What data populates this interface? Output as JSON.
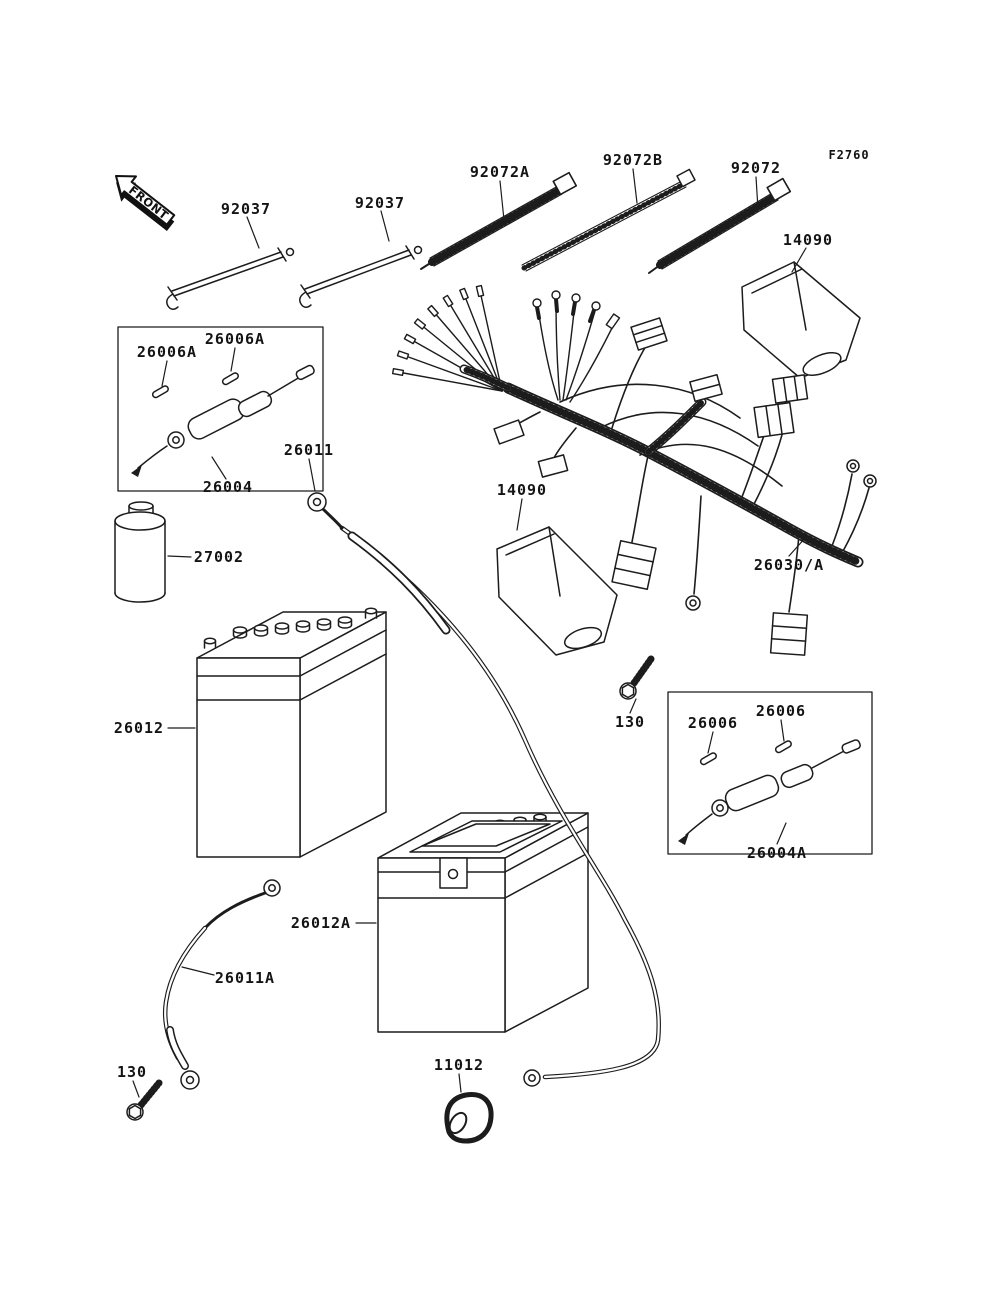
{
  "figure": {
    "code": "F2760",
    "front_label": "FRONT"
  },
  "labels": {
    "l92037_left": "92037",
    "l92037_right": "92037",
    "l92072a": "92072A",
    "l92072b": "92072B",
    "l92072": "92072",
    "l14090_top": "14090",
    "l14090_mid": "14090",
    "l26006a_left": "26006A",
    "l26006a_right": "26006A",
    "l26011": "26011",
    "l26004": "26004",
    "l27002": "27002",
    "l26012": "26012",
    "l26030a": "26030/A",
    "l130_mid": "130",
    "l26006_left": "26006",
    "l26006_right": "26006",
    "l26004a": "26004A",
    "l26012a": "26012A",
    "l26011a": "26011A",
    "l130_bottom": "130",
    "l11012": "11012"
  }
}
